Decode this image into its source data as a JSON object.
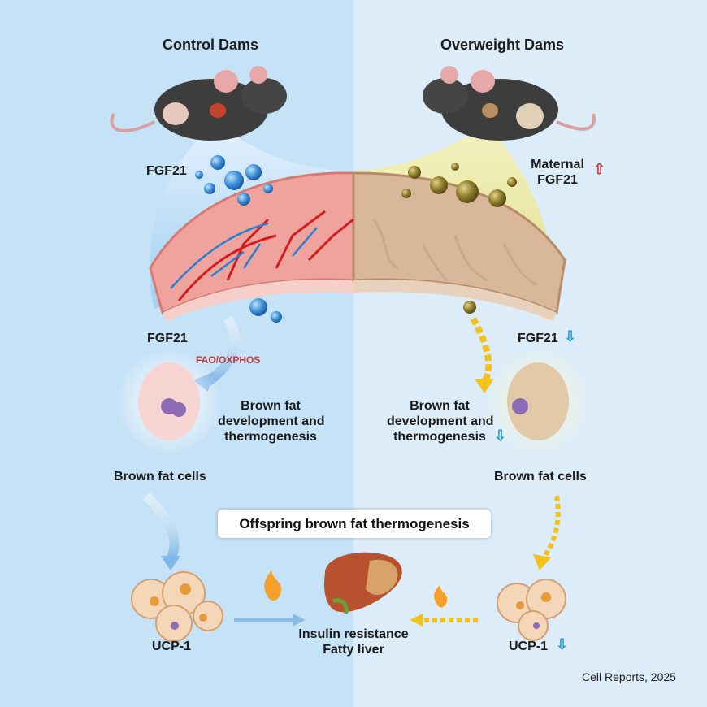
{
  "headers": {
    "left": "Control Dams",
    "right": "Overweight Dams"
  },
  "labels": {
    "fgf21_top_left": "FGF21",
    "maternal_fgf21_line1": "Maternal",
    "maternal_fgf21_line2": "FGF21",
    "fgf21_mid_left": "FGF21",
    "fgf21_mid_right": "FGF21",
    "fao_oxphos": "FAO/OXPHOS",
    "bf_dev_left_1": "Brown fat",
    "bf_dev_left_2": "development and",
    "bf_dev_left_3": "thermogenesis",
    "bf_dev_right_1": "Brown fat",
    "bf_dev_right_2": "development and",
    "bf_dev_right_3": "thermogenesis",
    "brown_fat_cells_left": "Brown fat cells",
    "brown_fat_cells_right": "Brown fat cells",
    "offspring_thermo": "Offspring brown fat thermogenesis",
    "ucp1_left": "UCP-1",
    "ucp1_right": "UCP-1",
    "insulin_resistance": "Insulin resistance",
    "fatty_liver": "Fatty liver"
  },
  "indicators": {
    "up": "⇧",
    "down": "⇩"
  },
  "credit": "Cell Reports, 2025",
  "colors": {
    "left_bg": "#c6e2f6",
    "right_bg": "#dcecf8",
    "up_arrow": "#c0393b",
    "down_arrow": "#2a9fd6",
    "placenta_left": "#f2aaa4",
    "placenta_right": "#d9b79a",
    "fgf21_blue": "#3c8fd6",
    "fgf21_olive": "#8a7a2a",
    "arrow_yellow": "#f2c21a"
  },
  "icons": [
    "mouse-icon",
    "placenta-icon",
    "embryo-icon",
    "fat-cells-icon",
    "liver-icon",
    "flame-icon"
  ]
}
